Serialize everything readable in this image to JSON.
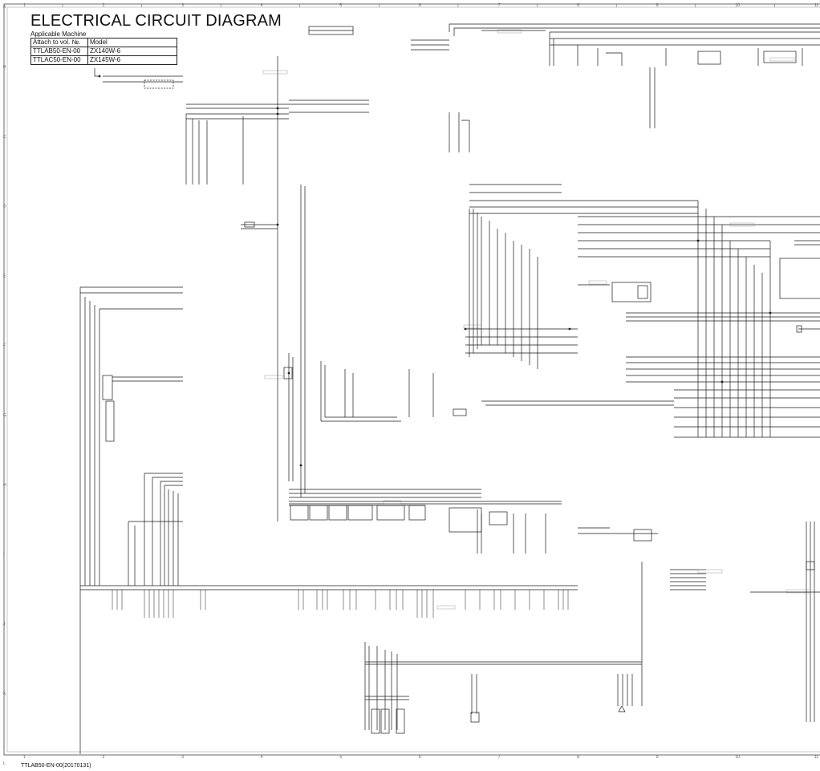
{
  "title": "ELECTRICAL CIRCUIT DIAGRAM",
  "applicable_machine": {
    "label": "Applicable Machine",
    "header": [
      "Attach to vol. №.",
      "Model"
    ],
    "rows": [
      [
        "TTLAB50-EN-00",
        "ZX140W-6"
      ],
      [
        "TTLAC50-EN-00",
        "ZX145W-6"
      ]
    ]
  },
  "footer_code": "TTLAB50-EN-00(20170131)",
  "grid": {
    "columns": [
      "1",
      "2",
      "3",
      "4",
      "5",
      "6",
      "7",
      "8",
      "9",
      "10",
      "11"
    ],
    "rows": [
      "A",
      "B",
      "C",
      "D",
      "E",
      "F",
      "G",
      "H",
      "I",
      "J",
      "K",
      "L"
    ]
  },
  "colors": {
    "line": "#1a1a1a",
    "frame": "#444444",
    "background": "#ffffff"
  }
}
